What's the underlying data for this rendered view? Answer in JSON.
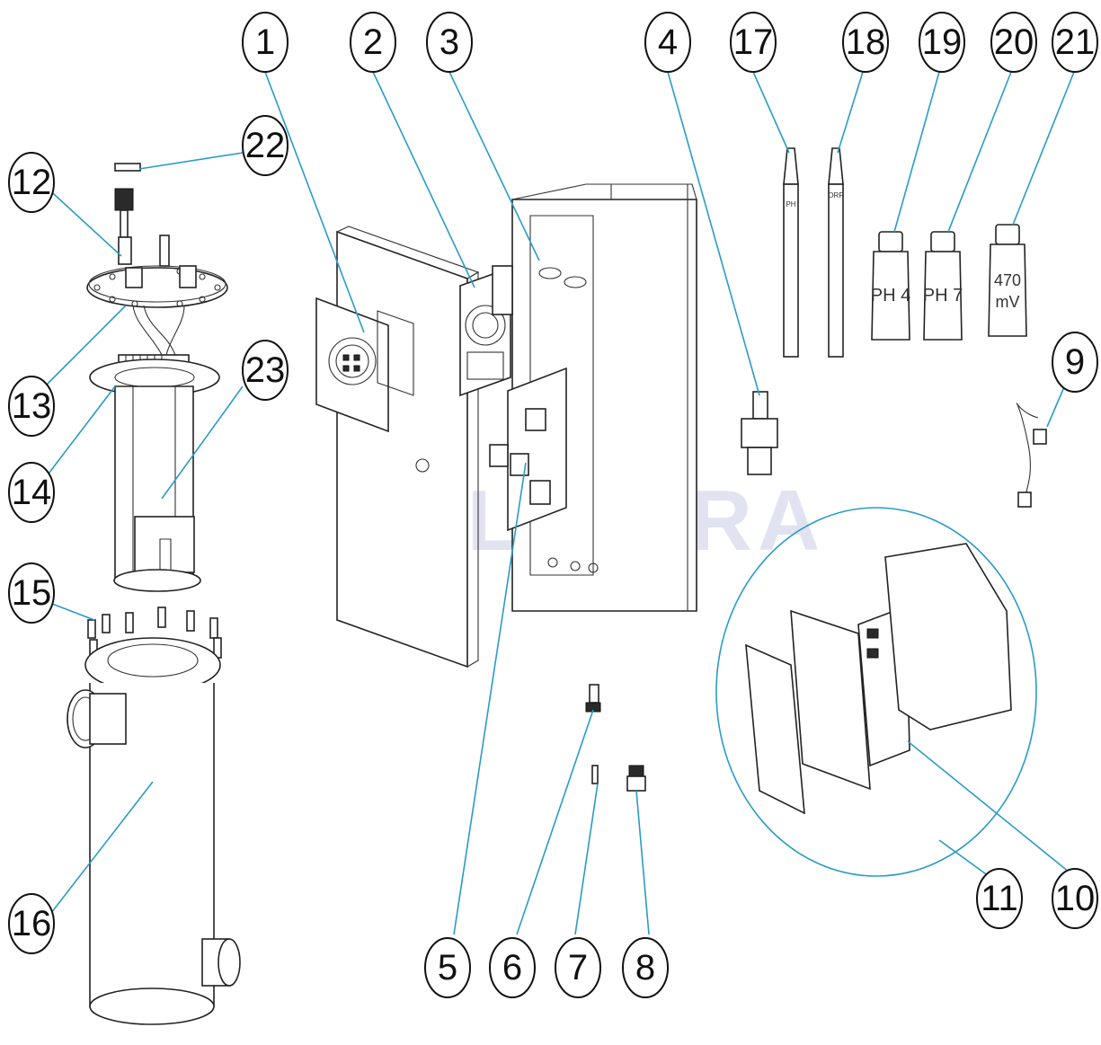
{
  "watermark": "FLUIDRA",
  "callouts": [
    {
      "number": "1"
    },
    {
      "number": "2"
    },
    {
      "number": "3"
    },
    {
      "number": "4"
    },
    {
      "number": "17"
    },
    {
      "number": "18"
    },
    {
      "number": "19"
    },
    {
      "number": "20"
    },
    {
      "number": "21"
    },
    {
      "number": "22"
    },
    {
      "number": "12"
    },
    {
      "number": "13"
    },
    {
      "number": "23"
    },
    {
      "number": "14"
    },
    {
      "number": "15"
    },
    {
      "number": "16"
    },
    {
      "number": "9"
    },
    {
      "number": "5"
    },
    {
      "number": "6"
    },
    {
      "number": "7"
    },
    {
      "number": "8"
    },
    {
      "number": "11"
    },
    {
      "number": "10"
    }
  ],
  "bottles": [
    {
      "label": "PH 4"
    },
    {
      "label": "PH 7"
    },
    {
      "label_line1": "470",
      "label_line2": "mV"
    }
  ],
  "probes": [
    {
      "label": "PH"
    },
    {
      "label": "ORP"
    }
  ]
}
